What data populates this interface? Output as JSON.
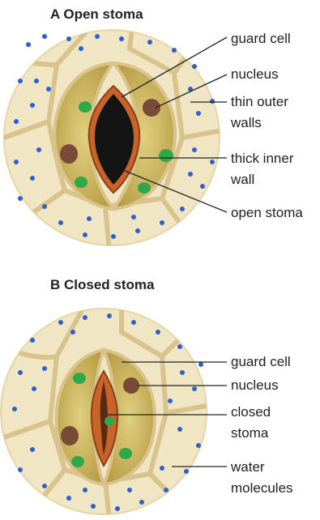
{
  "diagram_a": {
    "title": "A  Open stoma",
    "labels": {
      "guard_cell": "guard cell",
      "nucleus": "nucleus",
      "thin_outer_walls_1": "thin outer",
      "thin_outer_walls_2": "walls",
      "thick_inner_wall_1": "thick inner",
      "thick_inner_wall_2": "wall",
      "open_stoma": "open stoma"
    }
  },
  "diagram_b": {
    "title": "B  Closed stoma",
    "labels": {
      "guard_cell": "guard cell",
      "nucleus": "nucleus",
      "closed_stoma_1": "closed",
      "closed_stoma_2": "stoma",
      "water_molecules_1": "water",
      "water_molecules_2": "molecules"
    }
  },
  "colors": {
    "tissue": "#f1e6c3",
    "cell_wall": "#d9c38c",
    "guard_cell": "#c9b35c",
    "inner_wall": "#c8642a",
    "pore": "#141414",
    "chloroplast": "#2fa84a",
    "nucleus": "#7a4a38",
    "water": "#2d5fd1",
    "line": "#222222"
  }
}
